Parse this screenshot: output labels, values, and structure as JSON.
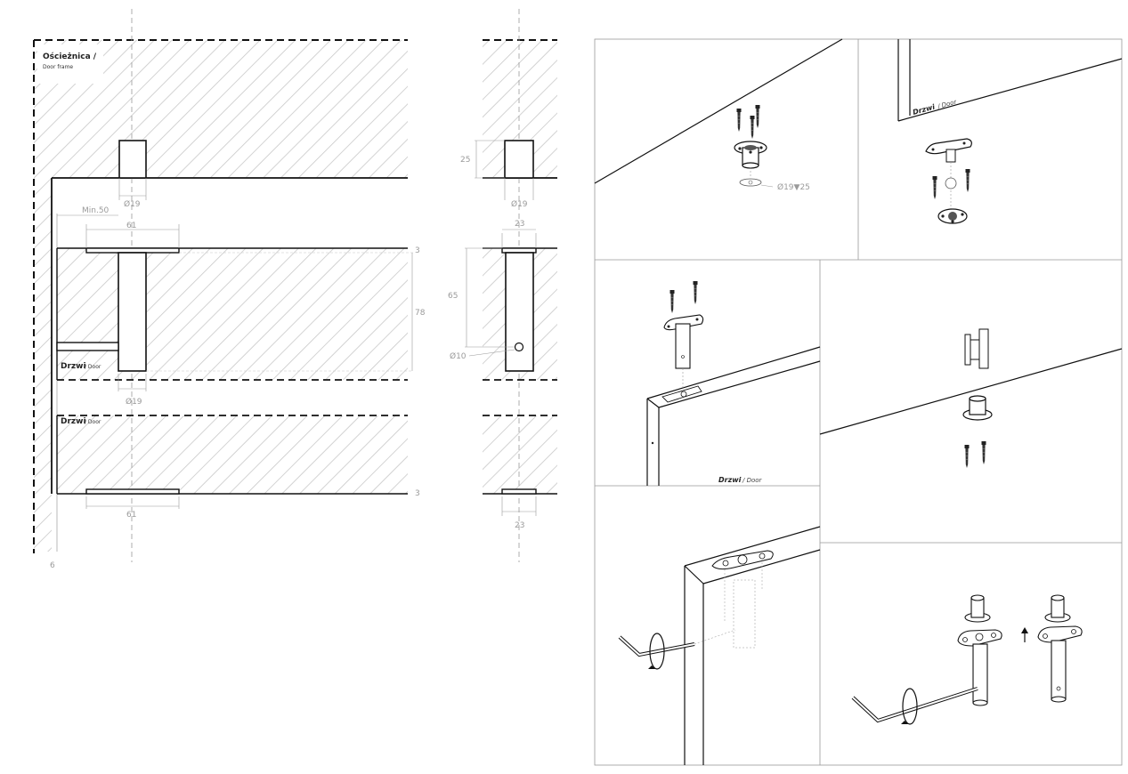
{
  "labels": {
    "frame_pl": "Ościeżnica /",
    "frame_en": "Door frame",
    "door_pl": "Drzwi",
    "door_en": "/ Door",
    "door_en2": "/ Door",
    "door_en3": "/ Door"
  },
  "dims": {
    "min50": "Min.50",
    "d61_top": "61",
    "d61_bottom": "61",
    "d3_top": "3",
    "d78": "78",
    "d3_bottom": "3",
    "phi19_top": "Ø19",
    "phi19_mid": "Ø19",
    "d6": "6",
    "d25": "25",
    "phi19_side": "Ø19",
    "d23_top": "23",
    "d65": "65",
    "phi10": "Ø10",
    "d23_bottom": "23",
    "hole_spec": "Ø19▼25"
  },
  "colors": {
    "hatch": "#c8c8c8",
    "line": "#111111",
    "dim": "#9a9a9a"
  },
  "icons": [
    "screw-icon",
    "pivot-bushing-icon",
    "hex-key-icon",
    "rotate-arrow-icon",
    "up-arrow-icon"
  ]
}
